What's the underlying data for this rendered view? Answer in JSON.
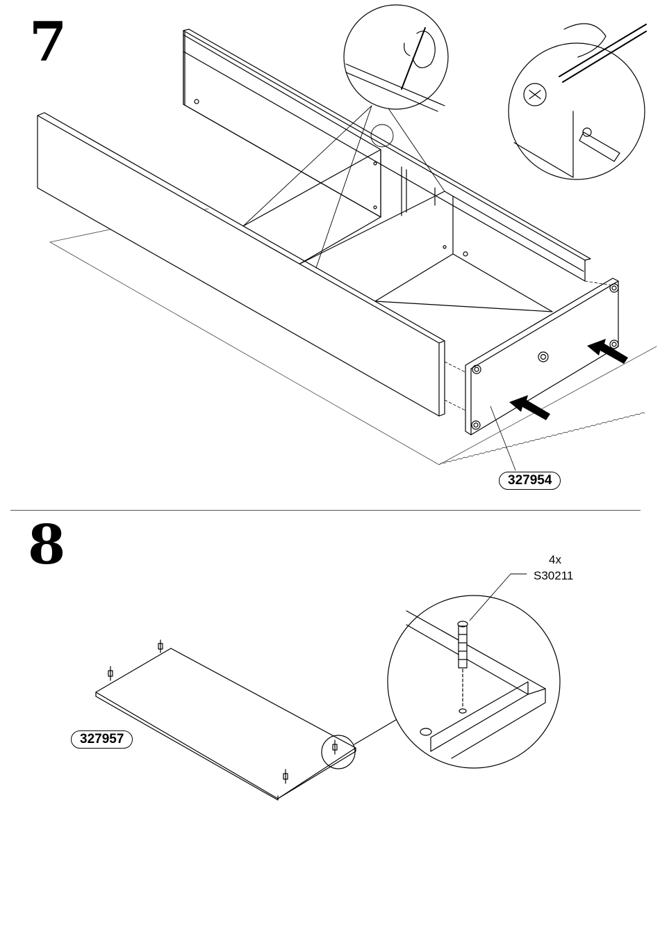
{
  "steps": [
    {
      "number": "7",
      "part_code": "327954"
    },
    {
      "number": "8",
      "part_code": "327957",
      "hardware": {
        "quantity": "4x",
        "code": "S30211"
      }
    }
  ],
  "icons": {
    "step7_main": "drawer-box-assembly-illustration",
    "step7_detail_pencil": "hand-with-pencil-detail",
    "step7_detail_screwdriver": "phillips-screwdriver-detail",
    "step8_main": "panel-with-dowels-illustration",
    "step8_detail": "cam-dowel-insertion-detail",
    "arrows": "push-arrow-icon"
  }
}
